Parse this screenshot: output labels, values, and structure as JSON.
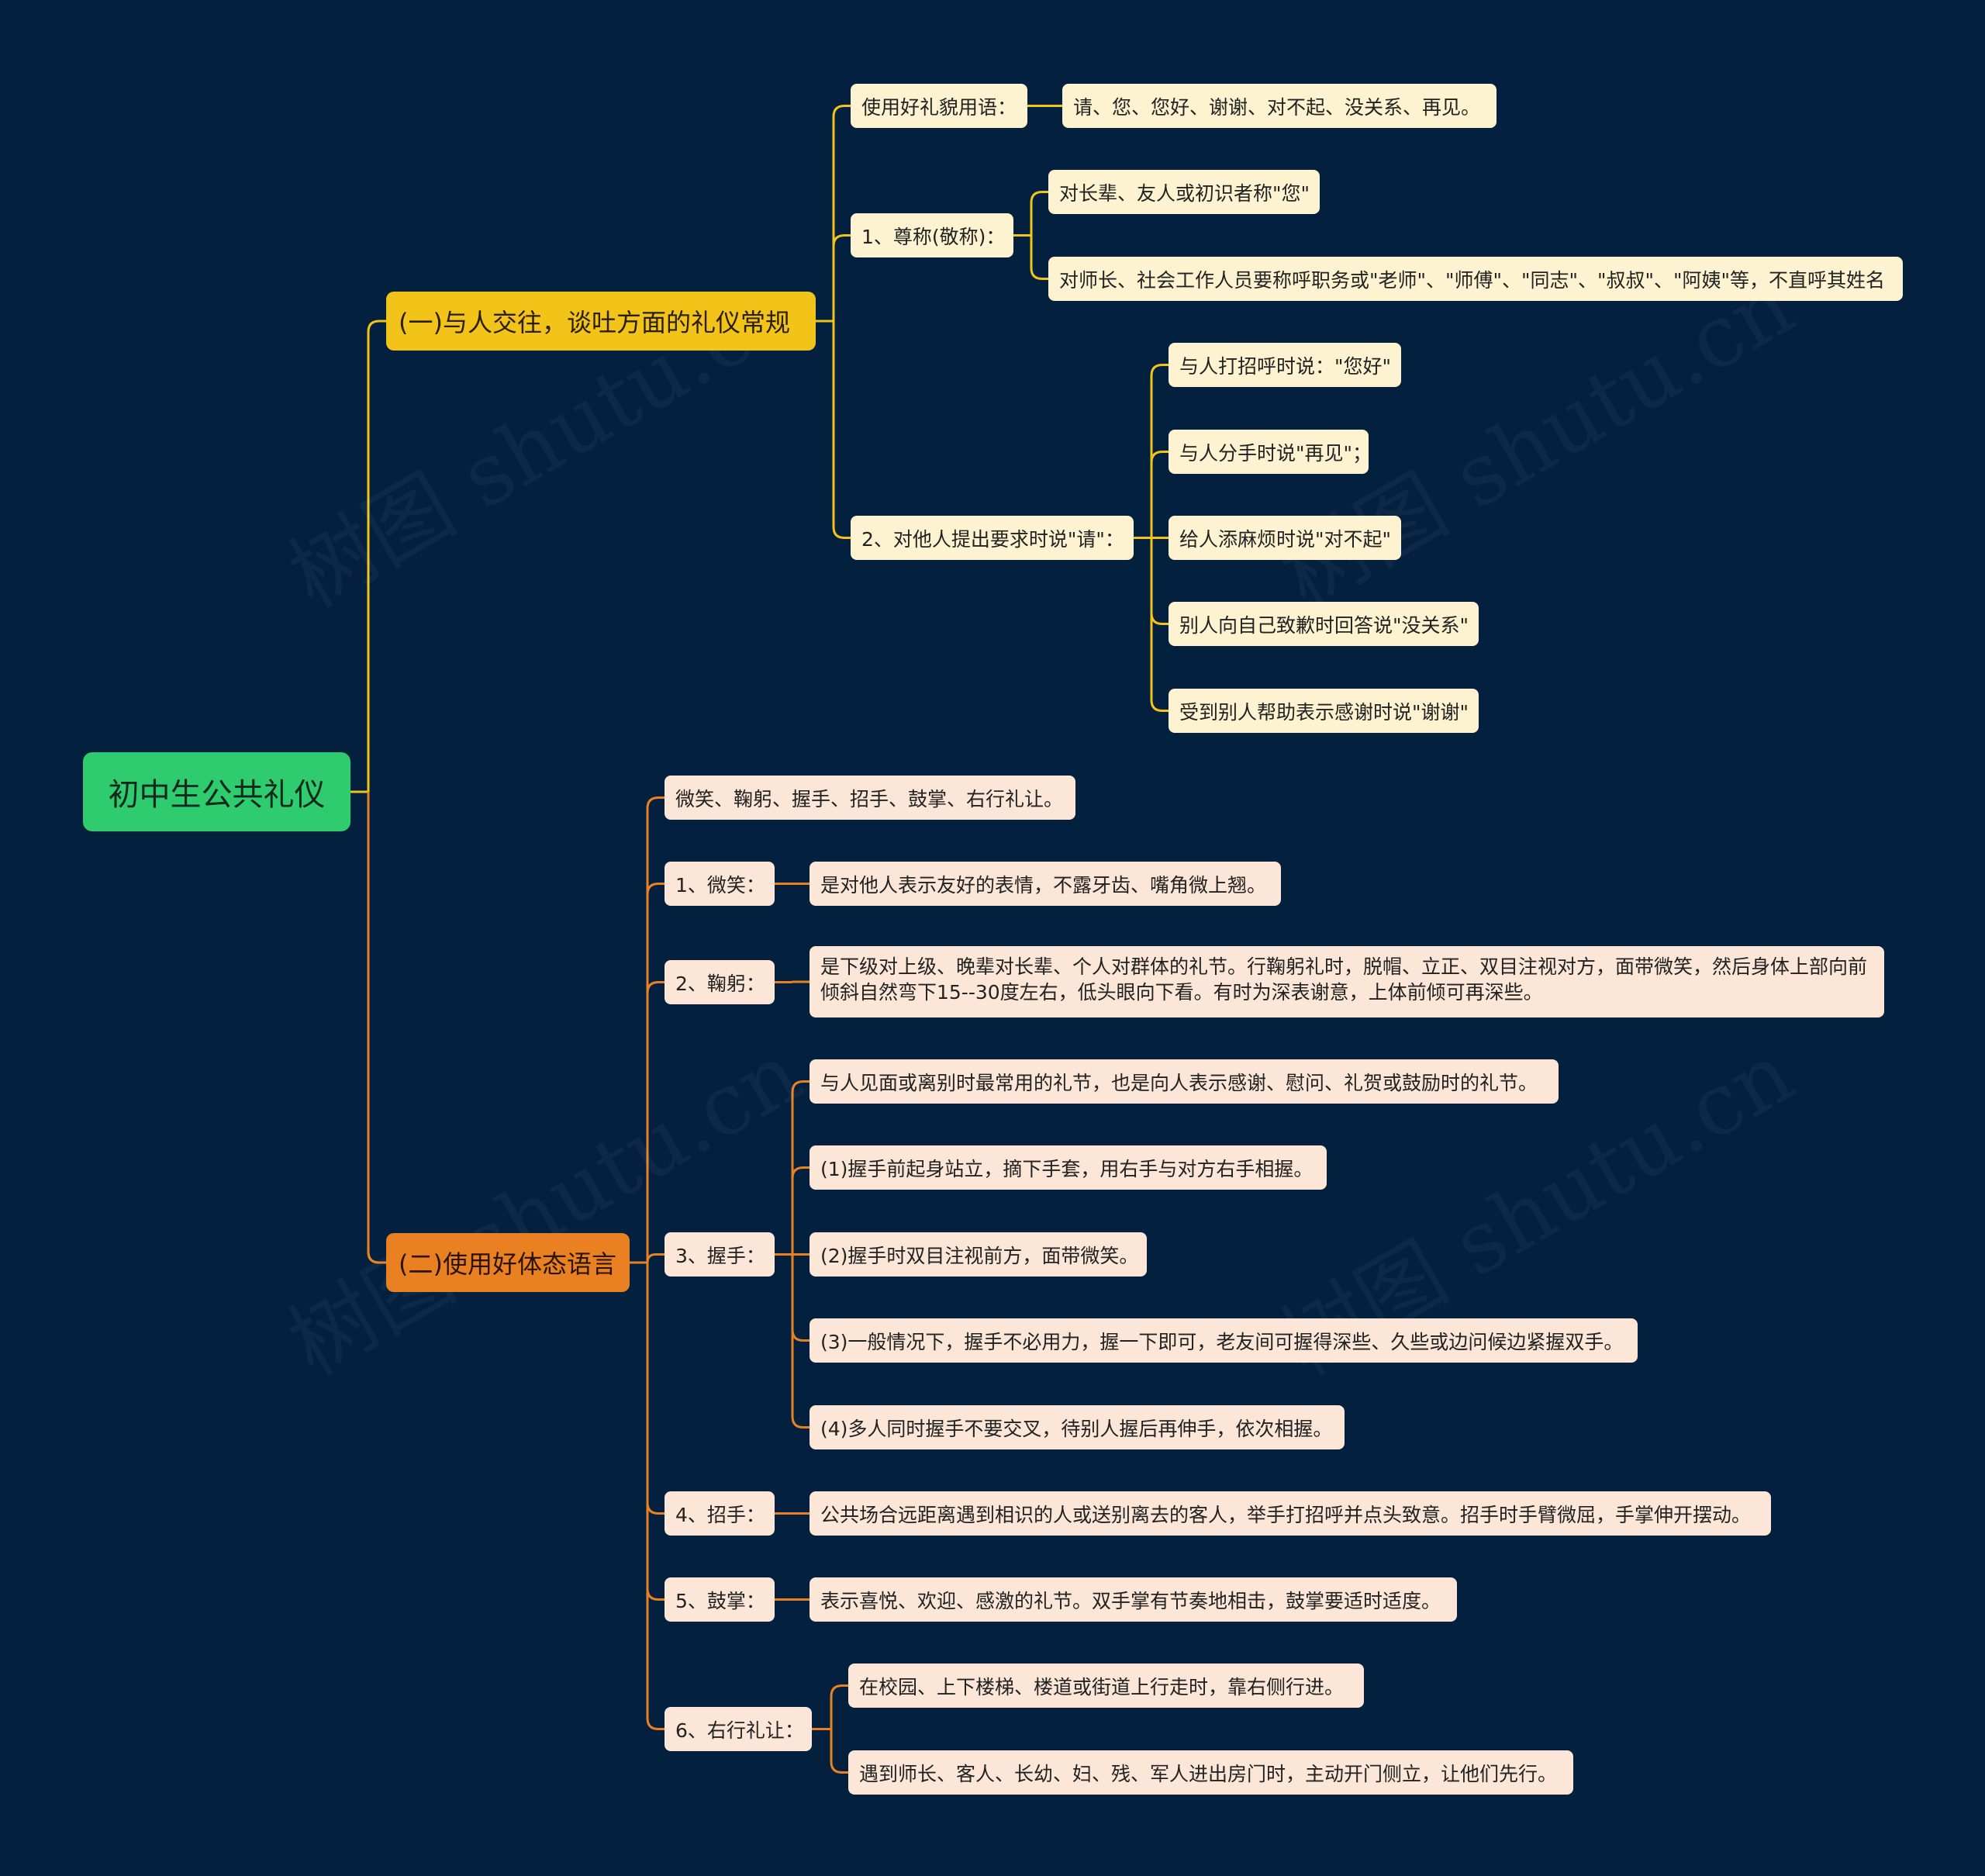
{
  "watermark_text": "树图 shutu.cn",
  "colors": {
    "background": "#03203f",
    "root": "#2ecb6f",
    "branch1": "#f2c319",
    "branch2": "#e98123",
    "leaf1": "#fdf3d1",
    "leaf2": "#fbe6d7"
  },
  "root": {
    "label": "初中生公共礼仪"
  },
  "branch1": {
    "label": "(一)与人交往，谈吐方面的礼仪常规",
    "polite_words": {
      "label": "使用好礼貌用语：",
      "child": "请、您、您好、谢谢、对不起、没关系、再见。"
    },
    "honorific": {
      "label": "1、尊称(敬称)：",
      "children": [
        "对长辈、友人或初识者称\"您\"",
        "对师长、社会工作人员要称呼职务或\"老师\"、\"师傅\"、\"同志\"、\"叔叔\"、\"阿姨\"等，不直呼其姓名"
      ]
    },
    "request": {
      "label": "2、对他人提出要求时说\"请\"：",
      "children": [
        "与人打招呼时说：\"您好\"",
        "与人分手时说\"再见\"；",
        "给人添麻烦时说\"对不起\"",
        "别人向自己致歉时回答说\"没关系\"",
        "受到别人帮助表示感谢时说\"谢谢\""
      ]
    }
  },
  "branch2": {
    "label": "(二)使用好体态语言",
    "intro": "微笑、鞠躬、握手、招手、鼓掌、右行礼让。",
    "smile": {
      "label": "1、微笑：",
      "child": "是对他人表示友好的表情，不露牙齿、嘴角微上翘。"
    },
    "bow": {
      "label": "2、鞠躬：",
      "child": "是下级对上级、晚辈对长辈、个人对群体的礼节。行鞠躬礼时，脱帽、立正、双目注视对方，面带微笑，然后身体上部向前倾斜自然弯下15--30度左右，低头眼向下看。有时为深表谢意，上体前倾可再深些。"
    },
    "handshake": {
      "label": "3、握手：",
      "children": [
        "与人见面或离别时最常用的礼节，也是向人表示感谢、慰问、礼贺或鼓励时的礼节。",
        "(1)握手前起身站立，摘下手套，用右手与对方右手相握。",
        "(2)握手时双目注视前方，面带微笑。",
        "(3)一般情况下，握手不必用力，握一下即可，老友间可握得深些、久些或边问候边紧握双手。",
        "(4)多人同时握手不要交叉，待别人握后再伸手，依次相握。"
      ]
    },
    "wave": {
      "label": "4、招手：",
      "child": "公共场合远距离遇到相识的人或送别离去的客人，举手打招呼并点头致意。招手时手臂微屈，手掌伸开摆动。"
    },
    "clap": {
      "label": "5、鼓掌：",
      "child": "表示喜悦、欢迎、感激的礼节。双手掌有节奏地相击，鼓掌要适时适度。"
    },
    "yield": {
      "label": "6、右行礼让：",
      "children": [
        "在校园、上下楼梯、楼道或街道上行走时，靠右侧行进。",
        "遇到师长、客人、长幼、妇、残、军人进出房门时，主动开门侧立，让他们先行。"
      ]
    }
  }
}
